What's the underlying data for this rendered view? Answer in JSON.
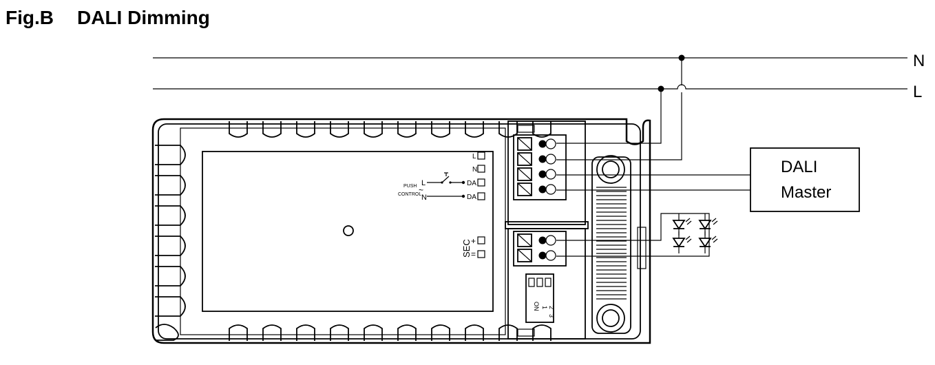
{
  "figure": {
    "label": "Fig.B",
    "title": "DALI Dimming"
  },
  "mains": {
    "neutral_label": "N",
    "live_label": "L"
  },
  "driver": {
    "terminals": {
      "l": "L",
      "n": "N",
      "da1": "DA",
      "da2": "DA"
    },
    "push_control": {
      "line1": "PUSH",
      "line2": "CONTROL",
      "live": "L",
      "neutral": "N",
      "tilde": "~"
    },
    "secondary": {
      "label": "SEC",
      "plus": "+",
      "minus": "="
    },
    "dip_switch": {
      "on_label": "ON",
      "positions": [
        "1",
        "2",
        "3"
      ]
    }
  },
  "dali_master": {
    "line1": "DALI",
    "line2": "Master"
  }
}
